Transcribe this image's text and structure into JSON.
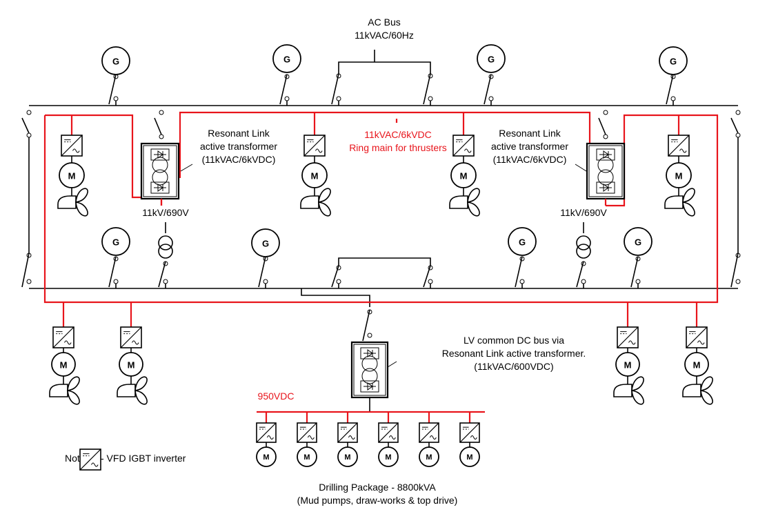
{
  "colors": {
    "line": "#000000",
    "ring": "#e8141b",
    "background": "#ffffff"
  },
  "labels": {
    "ac_bus_title": "AC Bus",
    "ac_bus_rating": "11kVAC/60Hz",
    "ring_main_rating": "11kVAC/6kVDC",
    "ring_main_desc": "Ring main for thrusters",
    "resonant_left_1": "Resonant Link",
    "resonant_left_2": "active transformer",
    "resonant_left_3": "(11kVAC/6kVDC)",
    "resonant_right_1": "Resonant Link",
    "resonant_right_2": "active transformer",
    "resonant_right_3": "(11kVAC/6kVDC)",
    "aux_tx_left": "11kV/690V",
    "aux_tx_right": "11kV/690V",
    "lv_bus_1": "LV common DC bus via",
    "lv_bus_2": "Resonant Link active transformer.",
    "lv_bus_3": "(11kVAC/600VDC)",
    "dc_voltage": "950VDC",
    "drilling_1": "Drilling Package - 8800kVA",
    "drilling_2": "(Mud pumps, draw-works & top drive)",
    "note_prefix": "Note:",
    "note_text": "- VFD IGBT inverter"
  },
  "symbols": {
    "generator": "G",
    "motor": "M"
  },
  "icons": {
    "generator": "generator-icon",
    "motor": "motor-icon",
    "propeller": "propeller-icon",
    "inverter": "vfd-inverter-icon",
    "breaker": "breaker-switch-icon",
    "transformer": "transformer-icon",
    "resonant_link": "resonant-link-transformer-icon"
  },
  "drilling_motor_count": 6
}
